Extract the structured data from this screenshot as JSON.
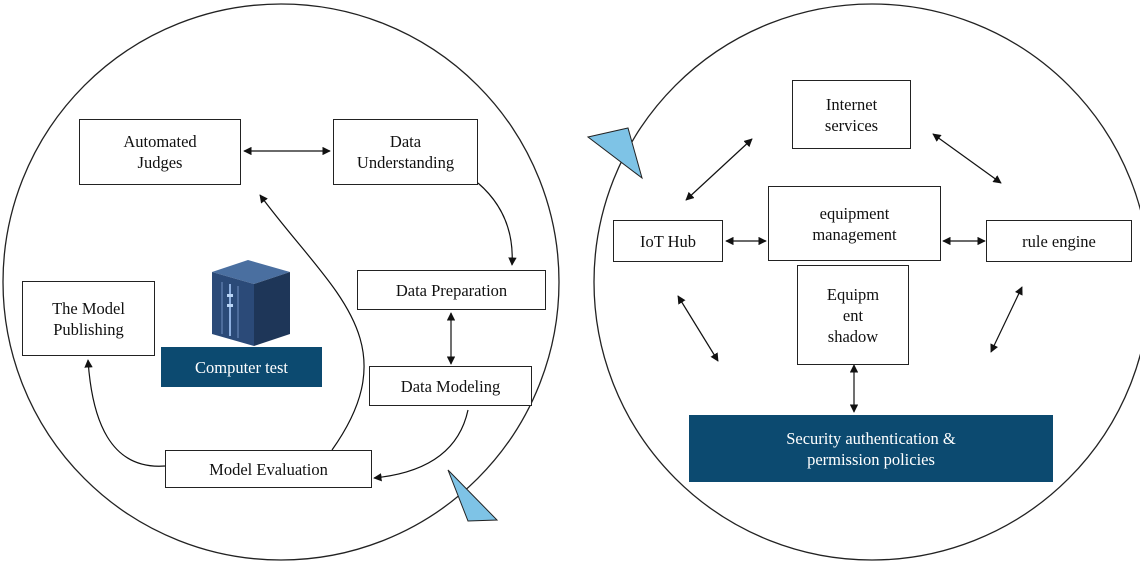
{
  "colors": {
    "accent_dark": "#0c4a70",
    "triangle": "#7ec3e6",
    "server_top": "#4a6fa0",
    "server_side": "#1e3658",
    "server_front": "#2b4a78"
  },
  "left_cycle": {
    "automated_judges": "Automated\nJudges",
    "data_understanding": "Data\nUnderstanding",
    "data_preparation": "Data Preparation",
    "data_modeling": "Data Modeling",
    "model_evaluation": "Model Evaluation",
    "model_publishing": "The Model\nPublishing",
    "computer_test": "Computer test"
  },
  "right_platform": {
    "internet_services": "Internet\nservices",
    "iot_hub": "IoT Hub",
    "equipment_management": "equipment\nmanagement",
    "rule_engine": "rule engine",
    "equipment_shadow": "Equipm\nent\nshadow",
    "security_policies": "Security authentication &\npermission policies"
  }
}
